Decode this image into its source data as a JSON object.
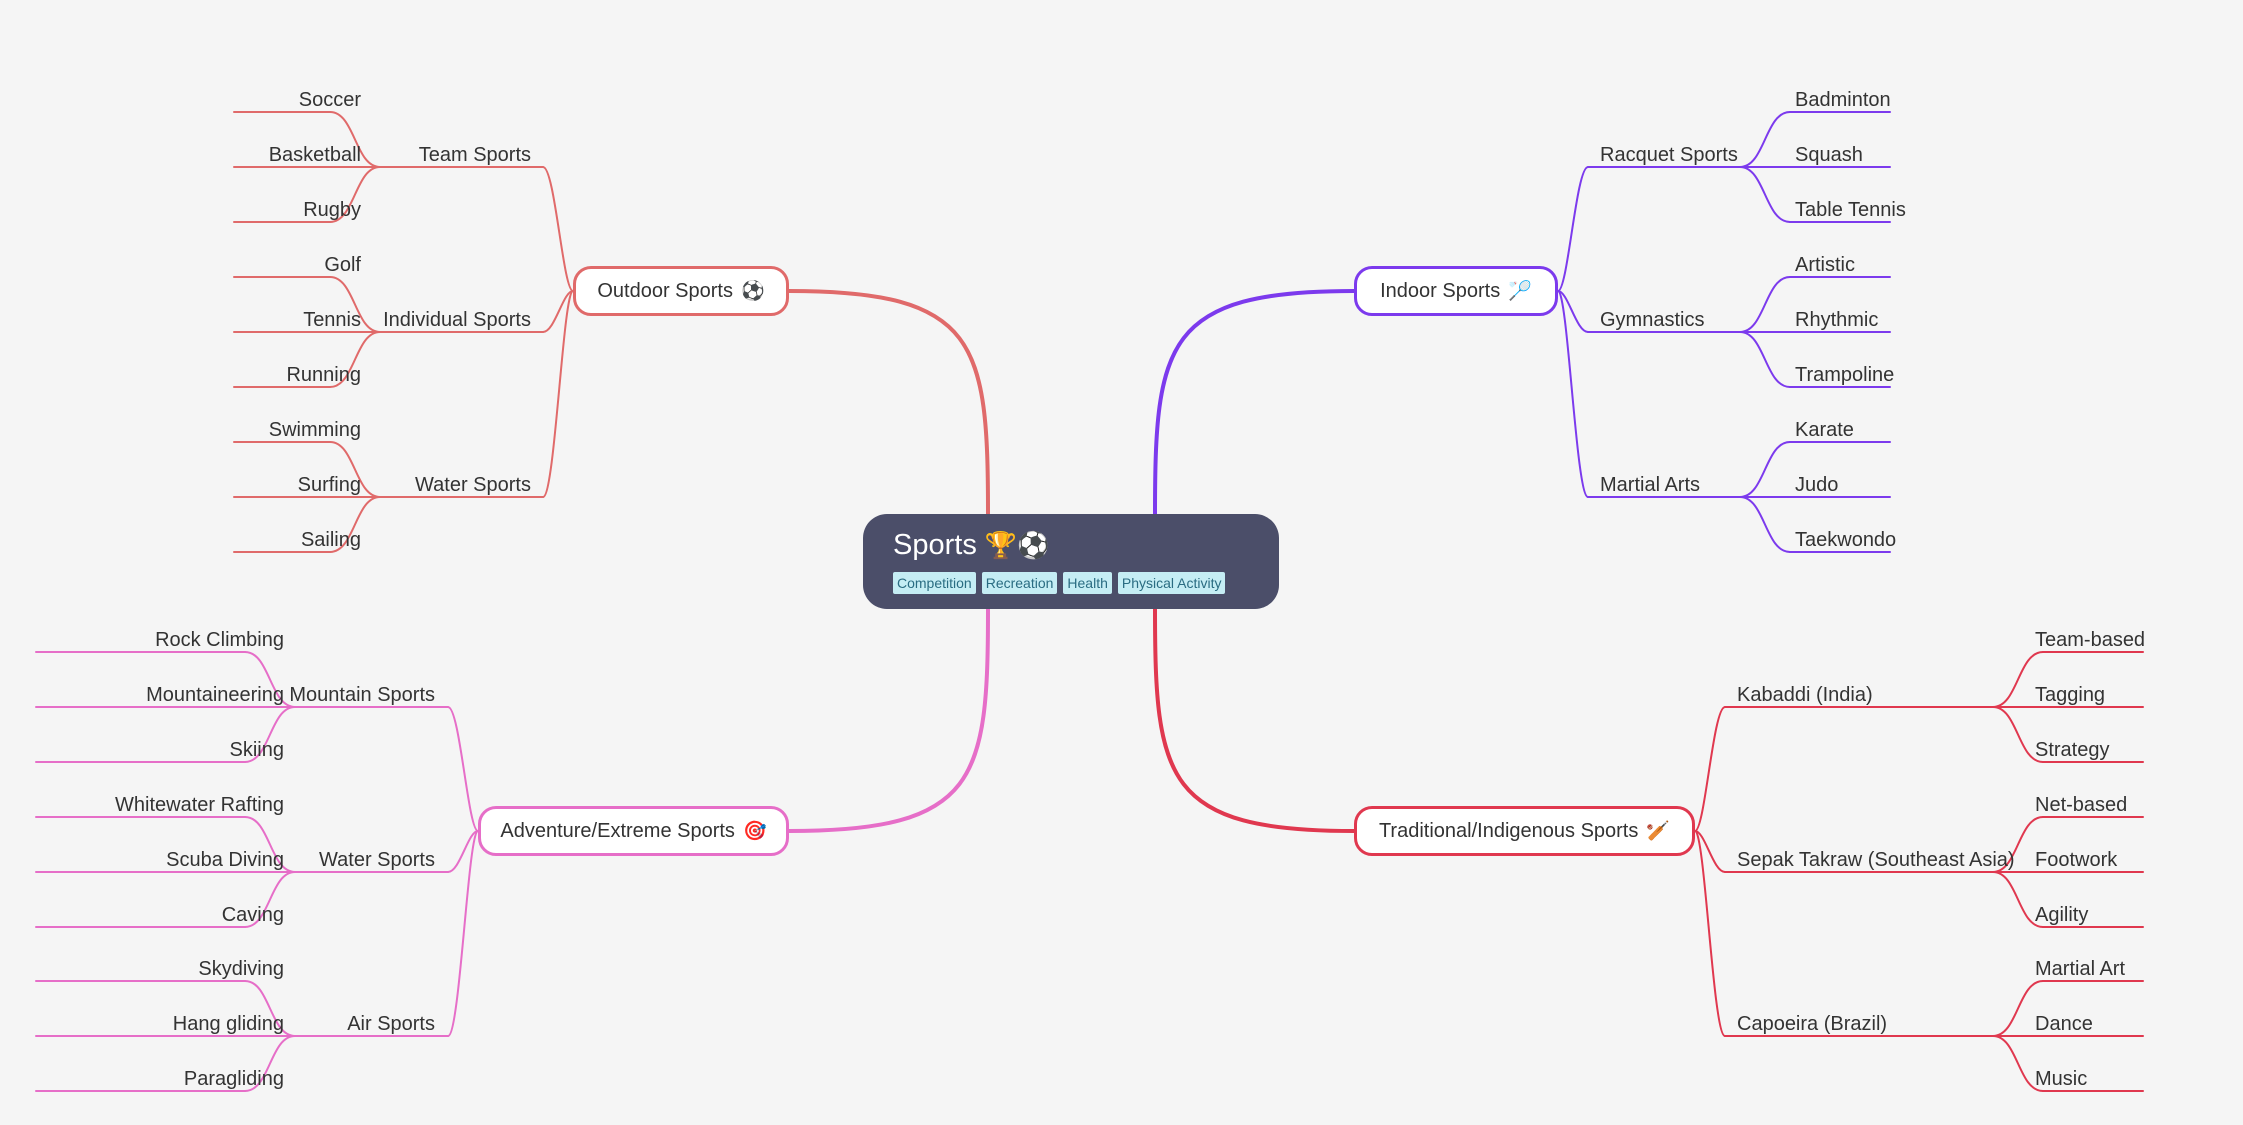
{
  "root": {
    "title": "Sports",
    "emoji": "🏆⚽",
    "tags": [
      "Competition",
      "Recreation",
      "Health",
      "Physical Activity"
    ]
  },
  "branches": [
    {
      "label": "Outdoor Sports",
      "emoji": "⚽",
      "color": "#e06a6a",
      "groups": [
        {
          "label": "Team Sports",
          "items": [
            "Soccer",
            "Basketball",
            "Rugby"
          ]
        },
        {
          "label": "Individual Sports",
          "items": [
            "Golf",
            "Tennis",
            "Running"
          ]
        },
        {
          "label": "Water Sports",
          "items": [
            "Swimming",
            "Surfing",
            "Sailing"
          ]
        }
      ]
    },
    {
      "label": "Indoor Sports",
      "emoji": "🏸",
      "color": "#7c3aed",
      "groups": [
        {
          "label": "Racquet Sports",
          "items": [
            "Badminton",
            "Squash",
            "Table Tennis"
          ]
        },
        {
          "label": "Gymnastics",
          "items": [
            "Artistic",
            "Rhythmic",
            "Trampoline"
          ]
        },
        {
          "label": "Martial Arts",
          "items": [
            "Karate",
            "Judo",
            "Taekwondo"
          ]
        }
      ]
    },
    {
      "label": "Adventure/Extreme Sports",
      "emoji": "🎯",
      "color": "#e66ec8",
      "groups": [
        {
          "label": "Mountain Sports",
          "items": [
            "Rock Climbing",
            "Mountaineering",
            "Skiing"
          ]
        },
        {
          "label": "Water Sports",
          "items": [
            "Whitewater Rafting",
            "Scuba Diving",
            "Caving"
          ]
        },
        {
          "label": "Air Sports",
          "items": [
            "Skydiving",
            "Hang gliding",
            "Paragliding"
          ]
        }
      ]
    },
    {
      "label": "Traditional/Indigenous Sports",
      "emoji": "🏏",
      "color": "#e0384f",
      "groups": [
        {
          "label": "Kabaddi (India)",
          "items": [
            "Team-based",
            "Tagging",
            "Strategy"
          ]
        },
        {
          "label": "Sepak Takraw (Southeast Asia)",
          "items": [
            "Net-based",
            "Footwork",
            "Agility"
          ]
        },
        {
          "label": "Capoeira (Brazil)",
          "items": [
            "Martial Art",
            "Dance",
            "Music"
          ]
        }
      ]
    }
  ]
}
